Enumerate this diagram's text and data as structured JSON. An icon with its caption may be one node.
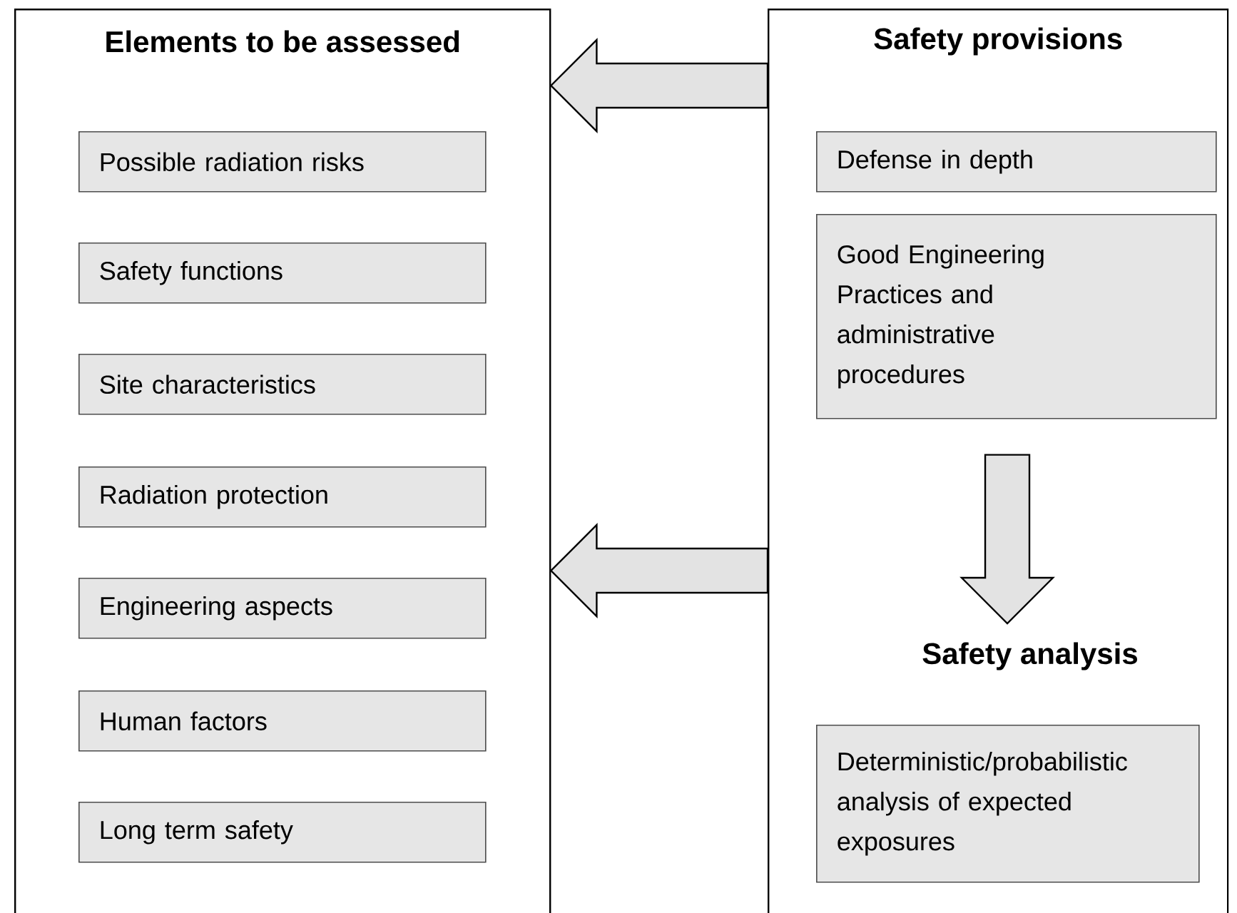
{
  "diagram": {
    "nodes": [
      {
        "text": [
          "Elements to be assessed"
        ]
      },
      {
        "text": [
          "Possible radiation risks"
        ],
        "in": 0
      },
      {
        "text": [
          "Safety functions"
        ],
        "in": 0
      },
      {
        "text": [
          "Site characteristics"
        ],
        "in": 0
      },
      {
        "text": [
          "Radiation protection"
        ],
        "in": 0
      },
      {
        "text": [
          "Engineering aspects"
        ],
        "in": 0
      },
      {
        "text": [
          "Human factors"
        ],
        "in": 0
      },
      {
        "text": [
          "Long term safety"
        ],
        "in": 0
      },
      {
        "text": [
          "Safety provisions"
        ]
      },
      {
        "text": [
          "Defense in depth"
        ],
        "in": 8
      },
      {
        "text": [
          "Good Engineering Practices and administrative procedures"
        ],
        "in": 8
      },
      {
        "text": [
          "Safety analysis"
        ],
        "in": 8
      },
      {
        "text": [
          "Deterministic/probabilistic analysis of expected exposures"
        ],
        "in": 8
      }
    ],
    "edges": [
      {
        "from": 8,
        "to": 0,
        "arrow": "to"
      },
      {
        "from": 8,
        "to": 0,
        "arrow": "to"
      },
      {
        "from": 10,
        "to": 11,
        "arrow": "to"
      }
    ]
  }
}
